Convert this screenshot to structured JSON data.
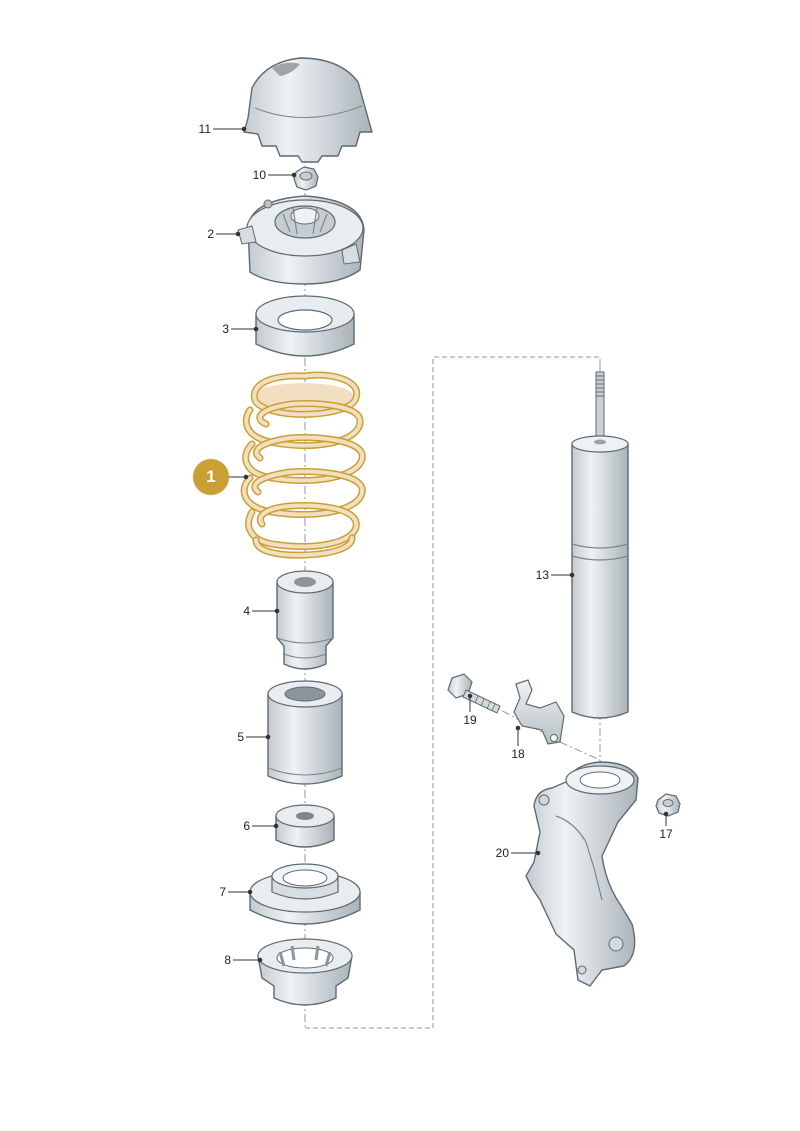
{
  "highlight": {
    "label": "1",
    "color": "#c9a033"
  },
  "parts": [
    {
      "key": "cap",
      "label": "11",
      "icon": "protective-cap"
    },
    {
      "key": "nut_top",
      "label": "10",
      "icon": "hex-nut"
    },
    {
      "key": "mount",
      "label": "2",
      "icon": "strut-mount"
    },
    {
      "key": "spring_seat_top",
      "label": "3",
      "icon": "spring-seat-ring"
    },
    {
      "key": "bump_stop",
      "label": "4",
      "icon": "bump-stop"
    },
    {
      "key": "dust_boot",
      "label": "5",
      "icon": "protective-sleeve"
    },
    {
      "key": "buffer",
      "label": "6",
      "icon": "buffer-ring"
    },
    {
      "key": "lower_seat",
      "label": "7",
      "icon": "lower-spring-seat"
    },
    {
      "key": "lower_pad",
      "label": "8",
      "icon": "spring-pad"
    },
    {
      "key": "shock",
      "label": "13",
      "icon": "shock-absorber"
    },
    {
      "key": "bolt",
      "label": "19",
      "icon": "bolt"
    },
    {
      "key": "bracket",
      "label": "18",
      "icon": "bracket"
    },
    {
      "key": "nut_side",
      "label": "17",
      "icon": "hex-nut"
    },
    {
      "key": "knuckle",
      "label": "20",
      "icon": "steering-knuckle"
    }
  ],
  "colors": {
    "part_light": "#e4e9ec",
    "part_mid": "#c6ced3",
    "part_dark": "#8a959c",
    "outline": "#5f6a70",
    "spring_fill": "#f2dfc1",
    "spring_stroke": "#c9a033"
  }
}
